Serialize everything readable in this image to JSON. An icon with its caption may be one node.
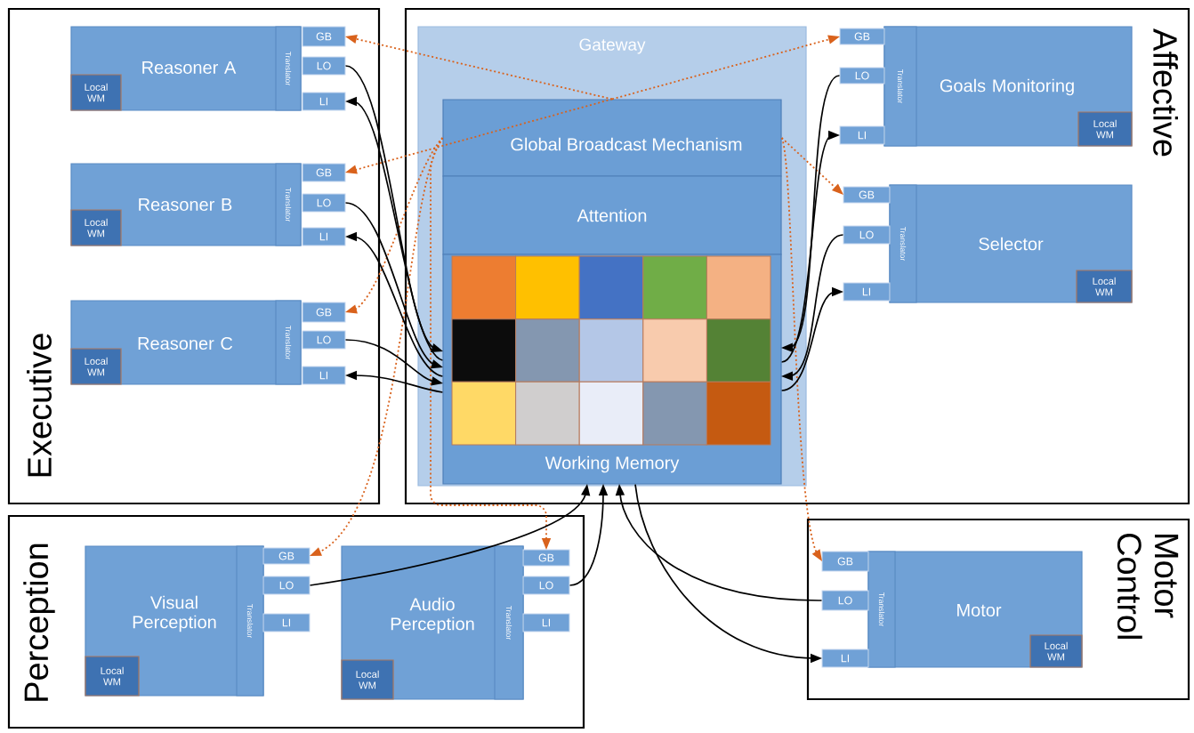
{
  "diagram": {
    "nodes": [
      {
        "text": [
          "Executive"
        ]
      },
      {
        "text": [
          "Reasoner A"
        ],
        "in": 0
      },
      {
        "text": [
          "Translator"
        ],
        "in": 1
      },
      {
        "text": [
          "Local WM"
        ],
        "in": 1
      },
      {
        "text": [
          "GB"
        ],
        "in": 0
      },
      {
        "text": [
          "LO"
        ],
        "in": 0
      },
      {
        "text": [
          "LI"
        ],
        "in": 0
      },
      {
        "text": [
          "Reasoner B"
        ],
        "in": 0
      },
      {
        "text": [
          "Translator"
        ],
        "in": 7
      },
      {
        "text": [
          "Local WM"
        ],
        "in": 7
      },
      {
        "text": [
          "GB"
        ],
        "in": 0
      },
      {
        "text": [
          "LO"
        ],
        "in": 0
      },
      {
        "text": [
          "LI"
        ],
        "in": 0
      },
      {
        "text": [
          "Reasoner C"
        ],
        "in": 0
      },
      {
        "text": [
          "Translator"
        ],
        "in": 13
      },
      {
        "text": [
          "Local WM"
        ],
        "in": 13
      },
      {
        "text": [
          "GB"
        ],
        "in": 0
      },
      {
        "text": [
          "LO"
        ],
        "in": 0
      },
      {
        "text": [
          "LI"
        ],
        "in": 0
      },
      {
        "text": [
          "Affective"
        ]
      },
      {
        "text": [
          "Gateway"
        ],
        "in": 19
      },
      {
        "text": [
          "Global Broadcast Mechanism"
        ],
        "in": 20
      },
      {
        "text": [
          "Attention"
        ],
        "in": 20
      },
      {
        "text": [
          "Working Memory"
        ],
        "in": 20
      },
      {
        "text": [
          "Goals Monitoring"
        ],
        "in": 19
      },
      {
        "text": [
          "Translator"
        ],
        "in": 24
      },
      {
        "text": [
          "Local WM"
        ],
        "in": 24
      },
      {
        "text": [
          "GB"
        ],
        "in": 19
      },
      {
        "text": [
          "LO"
        ],
        "in": 19
      },
      {
        "text": [
          "LI"
        ],
        "in": 19
      },
      {
        "text": [
          "Selector"
        ],
        "in": 19
      },
      {
        "text": [
          "Translator"
        ],
        "in": 30
      },
      {
        "text": [
          "Local WM"
        ],
        "in": 30
      },
      {
        "text": [
          "GB"
        ],
        "in": 19
      },
      {
        "text": [
          "LO"
        ],
        "in": 19
      },
      {
        "text": [
          "LI"
        ],
        "in": 19
      },
      {
        "text": [
          "Perception"
        ]
      },
      {
        "text": [
          "Visual Perception"
        ],
        "in": 36
      },
      {
        "text": [
          "Translator"
        ],
        "in": 37
      },
      {
        "text": [
          "Local WM"
        ],
        "in": 37
      },
      {
        "text": [
          "GB"
        ],
        "in": 36
      },
      {
        "text": [
          "LO"
        ],
        "in": 36
      },
      {
        "text": [
          "LI"
        ],
        "in": 36
      },
      {
        "text": [
          "Audio Perception"
        ],
        "in": 36
      },
      {
        "text": [
          "Translator"
        ],
        "in": 43
      },
      {
        "text": [
          "Local WM"
        ],
        "in": 43
      },
      {
        "text": [
          "GB"
        ],
        "in": 36
      },
      {
        "text": [
          "LO"
        ],
        "in": 36
      },
      {
        "text": [
          "LI"
        ],
        "in": 36
      },
      {
        "text": [
          "Motor Control"
        ]
      },
      {
        "text": [
          "Motor"
        ],
        "in": 49
      },
      {
        "text": [
          "Translator"
        ],
        "in": 50
      },
      {
        "text": [
          "Local WM"
        ],
        "in": 50
      },
      {
        "text": [
          "GB"
        ],
        "in": 49
      },
      {
        "text": [
          "LO"
        ],
        "in": 49
      },
      {
        "text": [
          "LI"
        ],
        "in": 49
      }
    ],
    "edges": [
      {
        "from": 21,
        "to": 4,
        "arrow": "to",
        "style": "dashed",
        "color": "#d9621c"
      },
      {
        "from": 21,
        "to": 10,
        "arrow": "to",
        "style": "dashed",
        "color": "#d9621c"
      },
      {
        "from": 21,
        "to": 16,
        "arrow": "to",
        "style": "dashed",
        "color": "#d9621c"
      },
      {
        "from": 21,
        "to": 27,
        "arrow": "to",
        "style": "dashed",
        "color": "#d9621c"
      },
      {
        "from": 21,
        "to": 33,
        "arrow": "to",
        "style": "dashed",
        "color": "#d9621c"
      },
      {
        "from": 21,
        "to": 40,
        "arrow": "to",
        "style": "dashed",
        "color": "#d9621c"
      },
      {
        "from": 21,
        "to": 46,
        "arrow": "to",
        "style": "dashed",
        "color": "#d9621c"
      },
      {
        "from": 21,
        "to": 53,
        "arrow": "to",
        "style": "dashed",
        "color": "#d9621c"
      },
      {
        "from": 5,
        "to": 23,
        "arrow": "to"
      },
      {
        "from": 23,
        "to": 6,
        "arrow": "to"
      },
      {
        "from": 11,
        "to": 23,
        "arrow": "to"
      },
      {
        "from": 23,
        "to": 12,
        "arrow": "to"
      },
      {
        "from": 17,
        "to": 23,
        "arrow": "to"
      },
      {
        "from": 23,
        "to": 18,
        "arrow": "to"
      },
      {
        "from": 28,
        "to": 23,
        "arrow": "to"
      },
      {
        "from": 23,
        "to": 29,
        "arrow": "to"
      },
      {
        "from": 34,
        "to": 23,
        "arrow": "to"
      },
      {
        "from": 23,
        "to": 35,
        "arrow": "to"
      },
      {
        "from": 41,
        "to": 23,
        "arrow": "to"
      },
      {
        "from": 47,
        "to": 23,
        "arrow": "to"
      },
      {
        "from": 54,
        "to": 23,
        "arrow": "to"
      },
      {
        "from": 23,
        "to": 55,
        "arrow": "to"
      }
    ]
  }
}
